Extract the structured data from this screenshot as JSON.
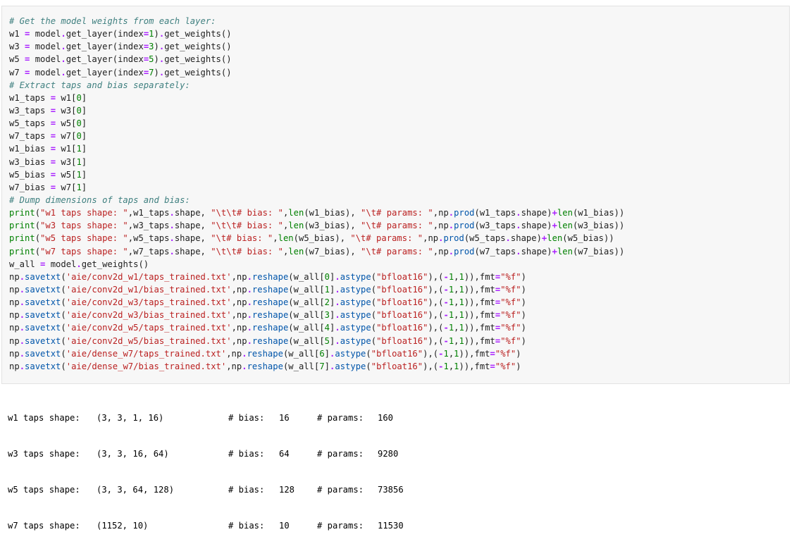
{
  "code": {
    "comment_weights": "# Get the model weights from each layer:",
    "comment_extract": "# Extract taps and bias separately:",
    "comment_dump": "# Dump dimensions of taps and bias:",
    "get_layer": [
      {
        "var": "w1",
        "index": "1"
      },
      {
        "var": "w3",
        "index": "3"
      },
      {
        "var": "w5",
        "index": "5"
      },
      {
        "var": "w7",
        "index": "7"
      }
    ],
    "taps_assign": [
      {
        "var": "w1_taps",
        "src": "w1",
        "idx": "0"
      },
      {
        "var": "w3_taps",
        "src": "w3",
        "idx": "0"
      },
      {
        "var": "w5_taps",
        "src": "w5",
        "idx": "0"
      },
      {
        "var": "w7_taps",
        "src": "w7",
        "idx": "0"
      }
    ],
    "bias_assign": [
      {
        "var": "w1_bias",
        "src": "w1",
        "idx": "1"
      },
      {
        "var": "w3_bias",
        "src": "w3",
        "idx": "1"
      },
      {
        "var": "w5_bias",
        "src": "w5",
        "idx": "1"
      },
      {
        "var": "w7_bias",
        "src": "w7",
        "idx": "1"
      }
    ],
    "prints": [
      {
        "label": "\"w1 taps shape: \"",
        "taps": "w1_taps",
        "bias_label": "\"\\t\\t# bias: \"",
        "bias": "w1_bias",
        "params_label": "\"\\t# params: \""
      },
      {
        "label": "\"w3 taps shape: \"",
        "taps": "w3_taps",
        "bias_label": "\"\\t\\t# bias: \"",
        "bias": "w3_bias",
        "params_label": "\"\\t# params: \""
      },
      {
        "label": "\"w5 taps shape: \"",
        "taps": "w5_taps",
        "bias_label": "\"\\t# bias: \"",
        "bias": "w5_bias",
        "params_label": "\"\\t# params: \""
      },
      {
        "label": "\"w7 taps shape: \"",
        "taps": "w7_taps",
        "bias_label": "\"\\t\\t# bias: \"",
        "bias": "w7_bias",
        "params_label": "\"\\t# params: \""
      }
    ],
    "w_all_var": "w_all",
    "savetxt": [
      {
        "path": "'aie/conv2d_w1/taps_trained.txt'",
        "idx": "0"
      },
      {
        "path": "'aie/conv2d_w1/bias_trained.txt'",
        "idx": "1"
      },
      {
        "path": "'aie/conv2d_w3/taps_trained.txt'",
        "idx": "2"
      },
      {
        "path": "'aie/conv2d_w3/bias_trained.txt'",
        "idx": "3"
      },
      {
        "path": "'aie/conv2d_w5/taps_trained.txt'",
        "idx": "4"
      },
      {
        "path": "'aie/conv2d_w5/bias_trained.txt'",
        "idx": "5"
      },
      {
        "path": "'aie/dense_w7/taps_trained.txt'",
        "idx": "6"
      },
      {
        "path": "'aie/dense_w7/bias_trained.txt'",
        "idx": "7"
      }
    ],
    "dtype": "\"bfloat16\"",
    "fmt": "\"%f\""
  },
  "output": [
    {
      "label": "w1 taps shape:",
      "shape": "(3, 3, 1, 16)",
      "bias_label": "# bias:",
      "bias": "16",
      "params_label": "# params:",
      "params": "160"
    },
    {
      "label": "w3 taps shape:",
      "shape": "(3, 3, 16, 64)",
      "bias_label": "# bias:",
      "bias": "64",
      "params_label": "# params:",
      "params": "9280"
    },
    {
      "label": "w5 taps shape:",
      "shape": "(3, 3, 64, 128)",
      "bias_label": "# bias:",
      "bias": "128",
      "params_label": "# params:",
      "params": "73856"
    },
    {
      "label": "w7 taps shape:",
      "shape": "(1152, 10)",
      "bias_label": "# bias:",
      "bias": "10",
      "params_label": "# params:",
      "params": "11530"
    }
  ]
}
